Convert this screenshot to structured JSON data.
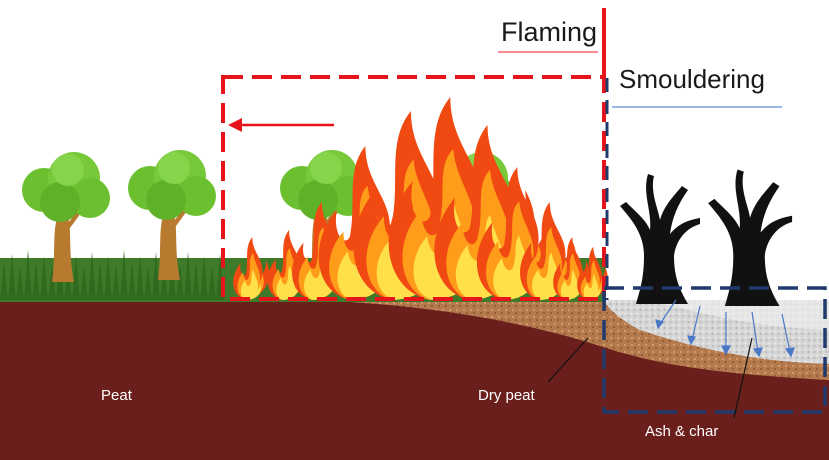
{
  "labels": {
    "flaming": "Flaming",
    "smouldering": "Smouldering",
    "peat": "Peat",
    "dry_peat": "Dry peat",
    "ash_char": "Ash & char"
  },
  "colors": {
    "flaming_accent": "#e8141b",
    "smouldering_accent": "#1f3a6b",
    "soil": "#6a1f1c",
    "dry_peat": "#b47a4d",
    "ash": "#d9d9d9",
    "grass": "#3f7a2a",
    "tree_foliage": "#6cc02f",
    "trunk": "#b87a2f",
    "char": "#111111",
    "flame_outer": "#f04a12",
    "flame_mid": "#ff9c1a",
    "flame_inner": "#ffe04a"
  },
  "icons": {
    "flame": "flame-icon",
    "green_tree": "tree-icon",
    "burnt_tree": "burnt-tree-icon",
    "spread_arrow": "arrow-left-icon"
  }
}
